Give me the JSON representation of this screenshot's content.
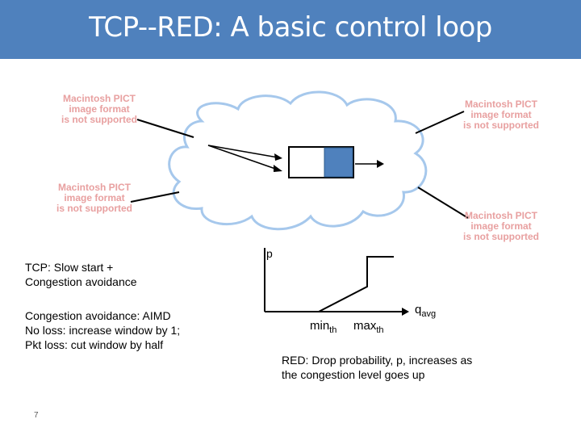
{
  "title": "TCP--RED: A basic control loop",
  "pict_placeholders": [
    [
      "Macintosh PICT",
      "image format",
      "is not supported"
    ],
    [
      "Macintosh PICT",
      "image format",
      "is not supported"
    ],
    [
      "Macintosh PICT",
      "image format",
      "is not supported"
    ],
    [
      "Macintosh PICT",
      "image format",
      "is not supported"
    ]
  ],
  "tcp_text": [
    "TCP: Slow start +",
    "Congestion avoidance"
  ],
  "aimd_text": [
    "Congestion avoidance: AIMD",
    "No loss: increase window by 1;",
    "Pkt loss: cut window by half"
  ],
  "graph": {
    "y_label": "p",
    "min_main": "min",
    "min_sub": "th",
    "max_main": "max",
    "max_sub": "th",
    "q_main": "q",
    "q_sub": "avg"
  },
  "red_text": [
    "RED: Drop probability, p, increases as",
    "the congestion level goes up"
  ],
  "page_number": "7",
  "colors": {
    "title_bar": "#4f81bd",
    "cloud_stroke": "#a6c8ec",
    "queue_fill": "#4f81bd",
    "pict_text": "#e8a0a0"
  }
}
